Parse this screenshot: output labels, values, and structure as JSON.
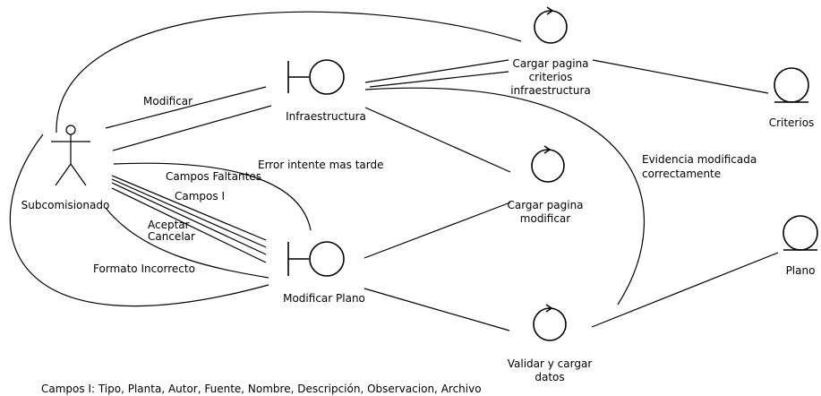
{
  "actors": {
    "subcomisionado": "Subcomisionado"
  },
  "boundaries": {
    "infraestructura": "Infraestructura",
    "modificar_plano": "Modificar Plano"
  },
  "controls": {
    "cargar_criterios": [
      "Cargar pagina",
      "criterios",
      "infraestructura"
    ],
    "cargar_modificar": [
      "Cargar pagina",
      "modificar"
    ],
    "validar_cargar": [
      "Validar y cargar",
      "datos"
    ]
  },
  "entities": {
    "criterios": "Criterios",
    "plano": "Plano"
  },
  "messages": {
    "modificar": "Modificar",
    "campos_faltantes": "Campos Faltantes",
    "error_intente": "Error intente mas tarde",
    "campos_i": "Campos I",
    "aceptar": "Aceptar",
    "cancelar": "Cancelar",
    "formato_incorrecto": "Formato Incorrecto",
    "evidencia_1": "Evidencia modificada",
    "evidencia_2": "correctamente"
  },
  "footnote": "Campos I: Tipo, Planta, Autor, Fuente, Nombre, Descripción, Observacion, Archivo"
}
